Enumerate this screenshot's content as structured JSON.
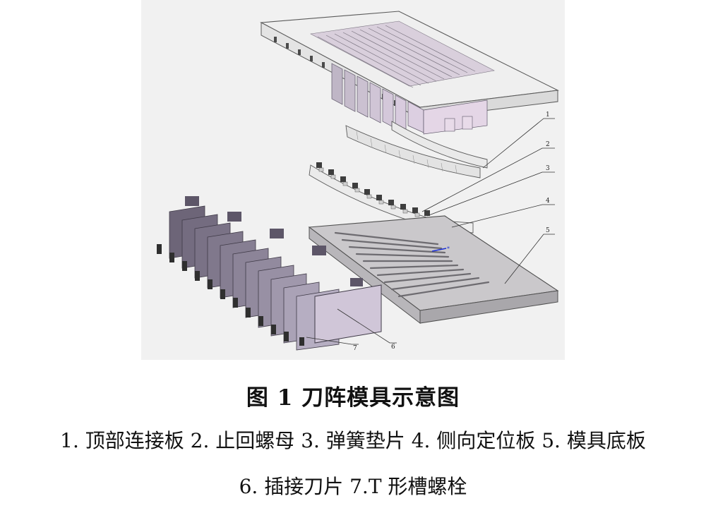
{
  "callouts": [
    {
      "id": "1",
      "label": "1"
    },
    {
      "id": "2",
      "label": "2"
    },
    {
      "id": "3",
      "label": "3"
    },
    {
      "id": "4",
      "label": "4"
    },
    {
      "id": "5",
      "label": "5"
    },
    {
      "id": "6",
      "label": "6"
    },
    {
      "id": "7",
      "label": "7"
    }
  ],
  "caption": {
    "title": "图 1  刀阵模具示意图",
    "line1": "1. 顶部连接板 2. 止回螺母 3. 弹簧垫片 4. 侧向定位板 5. 模具底板",
    "line2": "6. 插接刀片 7.T 形槽螺栓"
  },
  "colors": {
    "plate": "#ededed",
    "plate_edge": "#5a5a5a",
    "blade": "#9a8fa8",
    "blade_light": "#d8c8dc",
    "blade_dark": "#5d5668",
    "base": "#c7c5c8",
    "slot": "#7d7b80",
    "accent_blue": "#1a2fd6",
    "background": "#f1f1f1"
  }
}
